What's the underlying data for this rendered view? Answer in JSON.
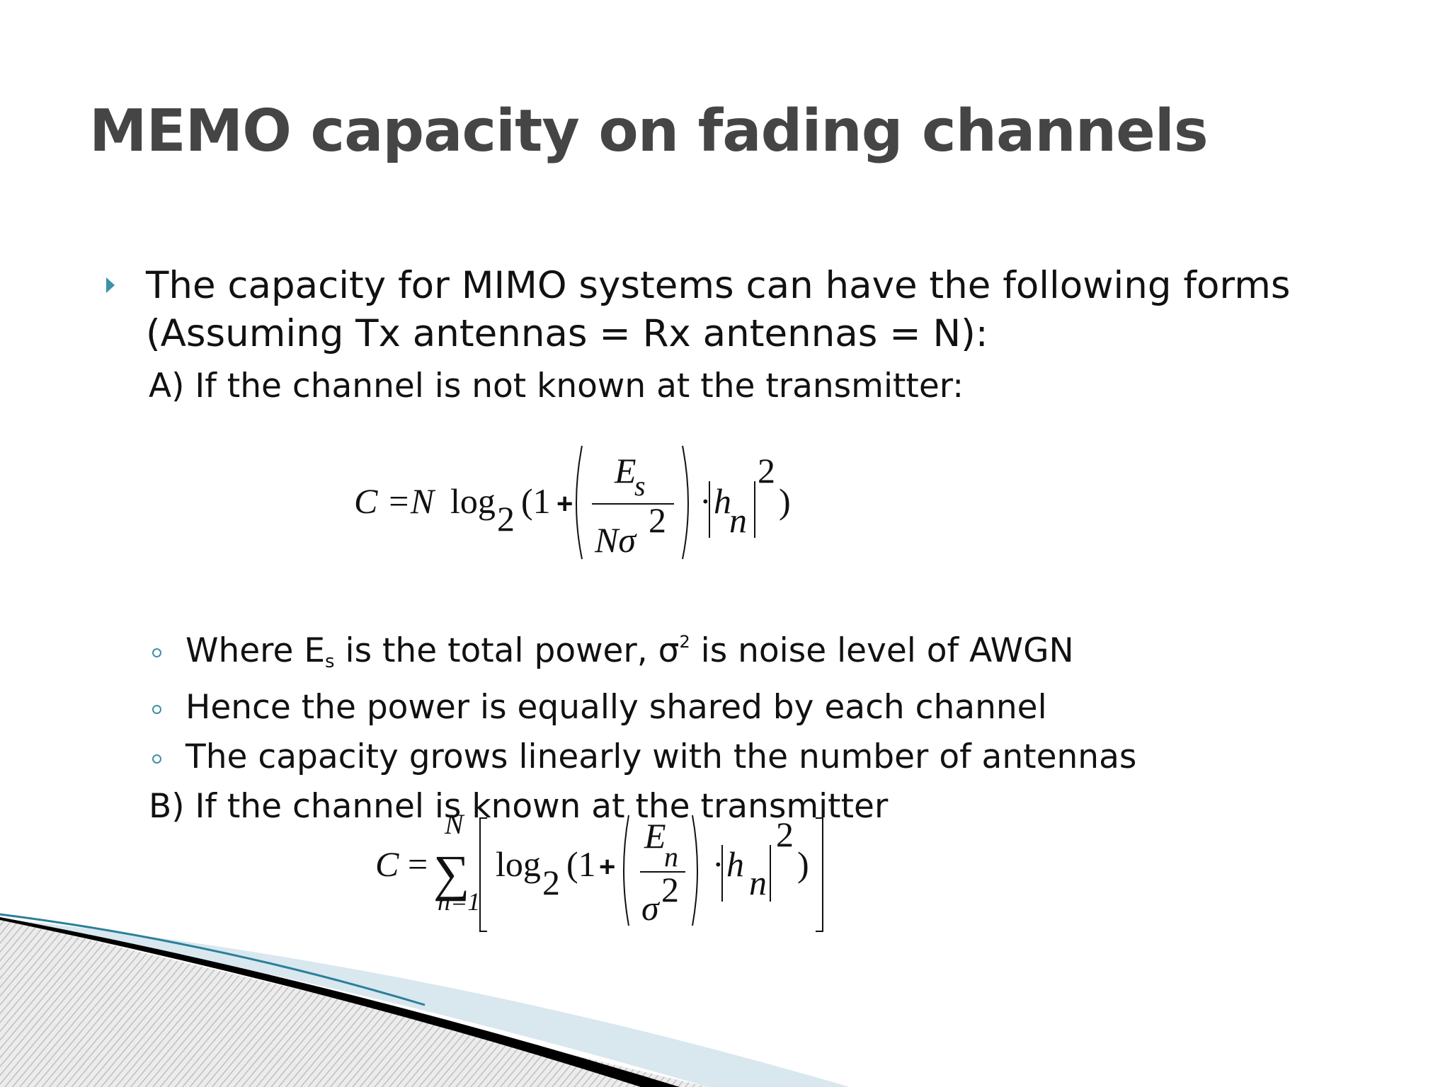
{
  "slide": {
    "title": "MEMO capacity on fading channels",
    "main_bullet": "The capacity for MIMO systems can have the following forms (Assuming Tx antennas = Rx antennas = N):",
    "case_a": "A) If the channel is not known at the transmitter:",
    "case_b": "B) If the channel is known at the transmitter",
    "sub_bullets": {
      "b1_pre": "Where E",
      "b1_sub": "s",
      "b1_mid": " is the total power, σ",
      "b1_sup": "2",
      "b1_post": " is noise level of AWGN",
      "b2": "Hence the power is equally shared by each channel",
      "b3": "The capacity grows linearly with the number of antennas"
    },
    "formula1": {
      "C": "C",
      "eqN": "=N",
      "log": "log",
      "sub2": "2",
      "open": "(1",
      "plus": "+",
      "Es_E": "E",
      "Es_s": "s",
      "den_N": "Nσ",
      "den_2": "2",
      "dot": "·",
      "h": "h",
      "n": "n",
      "sq": "2",
      "close": ")"
    },
    "formula2": {
      "C": "C",
      "eq": "=",
      "sum": "∑",
      "upper": "N",
      "lower": "n=1",
      "log": "log",
      "sub2": "2",
      "open": "(1",
      "plus": "+",
      "En_E": "E",
      "En_n": "n",
      "den": "σ",
      "den_2": "2",
      "dot": "·",
      "h": "h",
      "n": "n",
      "sq": "2",
      "close": ")"
    },
    "colors": {
      "title": "#454545",
      "accent": "#3a93a6",
      "decor_light": "#d9e7ee",
      "decor_dark": "#000000"
    }
  }
}
